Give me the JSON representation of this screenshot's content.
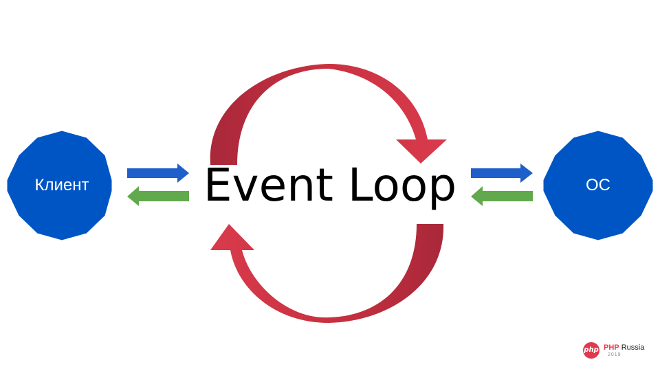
{
  "diagram": {
    "title": "Event Loop",
    "nodes": {
      "client": {
        "label": "Клиент",
        "color": "#0055c4"
      },
      "os": {
        "label": "ОС",
        "color": "#0055c4"
      }
    },
    "arrow_colors": {
      "request": "#1f5fc9",
      "response": "#62a84c",
      "loop": "#d93b4c",
      "loop_shade": "#a8283a"
    }
  },
  "logo": {
    "badge": "php",
    "name_bold": "PHP",
    "name_rest": "Russia",
    "year": "2019"
  }
}
